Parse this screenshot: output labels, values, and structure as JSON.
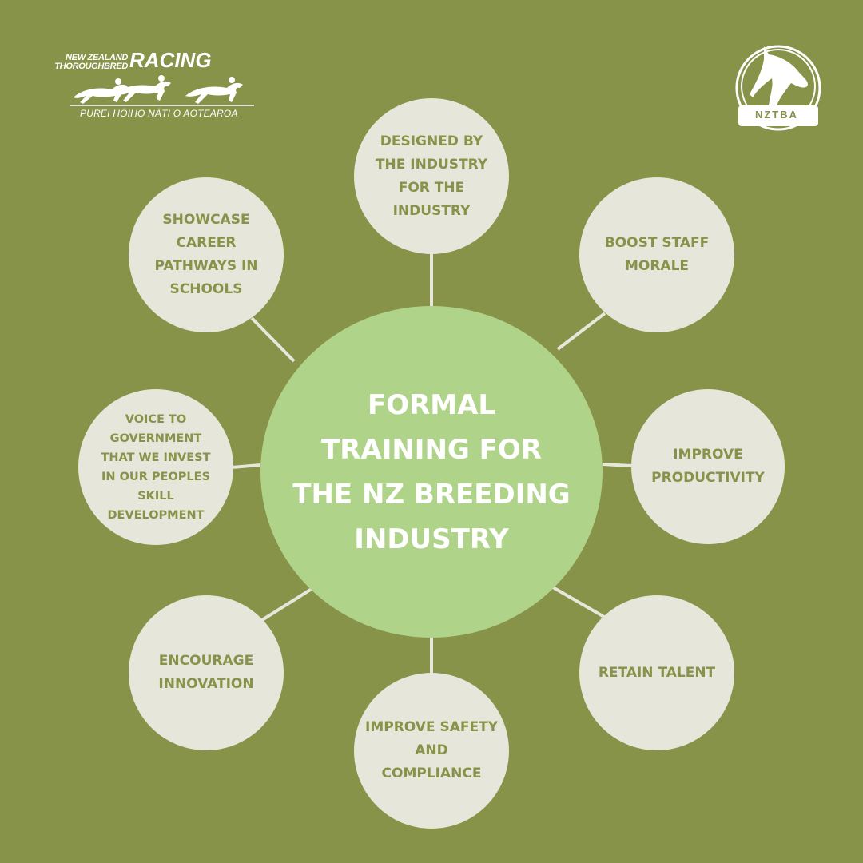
{
  "header": {
    "logo_left": {
      "line1": "NEW ZEALAND",
      "line2": "THOROUGHBRED",
      "brand": "RACING",
      "tagline": "PUREI HŌIHO NĀTI O AOTEAROA"
    },
    "logo_right": {
      "text": "NZTBA",
      "icon": "horse-head-icon"
    }
  },
  "diagram": {
    "center_label": "FORMAL TRAINING FOR THE NZ BREEDING INDUSTRY",
    "nodes": [
      "DESIGNED BY THE INDUSTRY FOR THE INDUSTRY",
      "BOOST STAFF MORALE",
      "IMPROVE PRODUCTIVITY",
      "RETAIN TALENT",
      "IMPROVE SAFETY AND COMPLIANCE",
      "ENCOURAGE INNOVATION",
      "VOICE TO GOVERNMENT THAT WE INVEST IN OUR PEOPLES SKILL DEVELOPMENT",
      "SHOWCASE CAREER PATHWAYS IN SCHOOLS"
    ]
  },
  "colors": {
    "background": "#879349",
    "center_fill": "#b0d38a",
    "node_fill": "#e6e6da",
    "node_text": "#879349",
    "center_text": "#ffffff"
  }
}
